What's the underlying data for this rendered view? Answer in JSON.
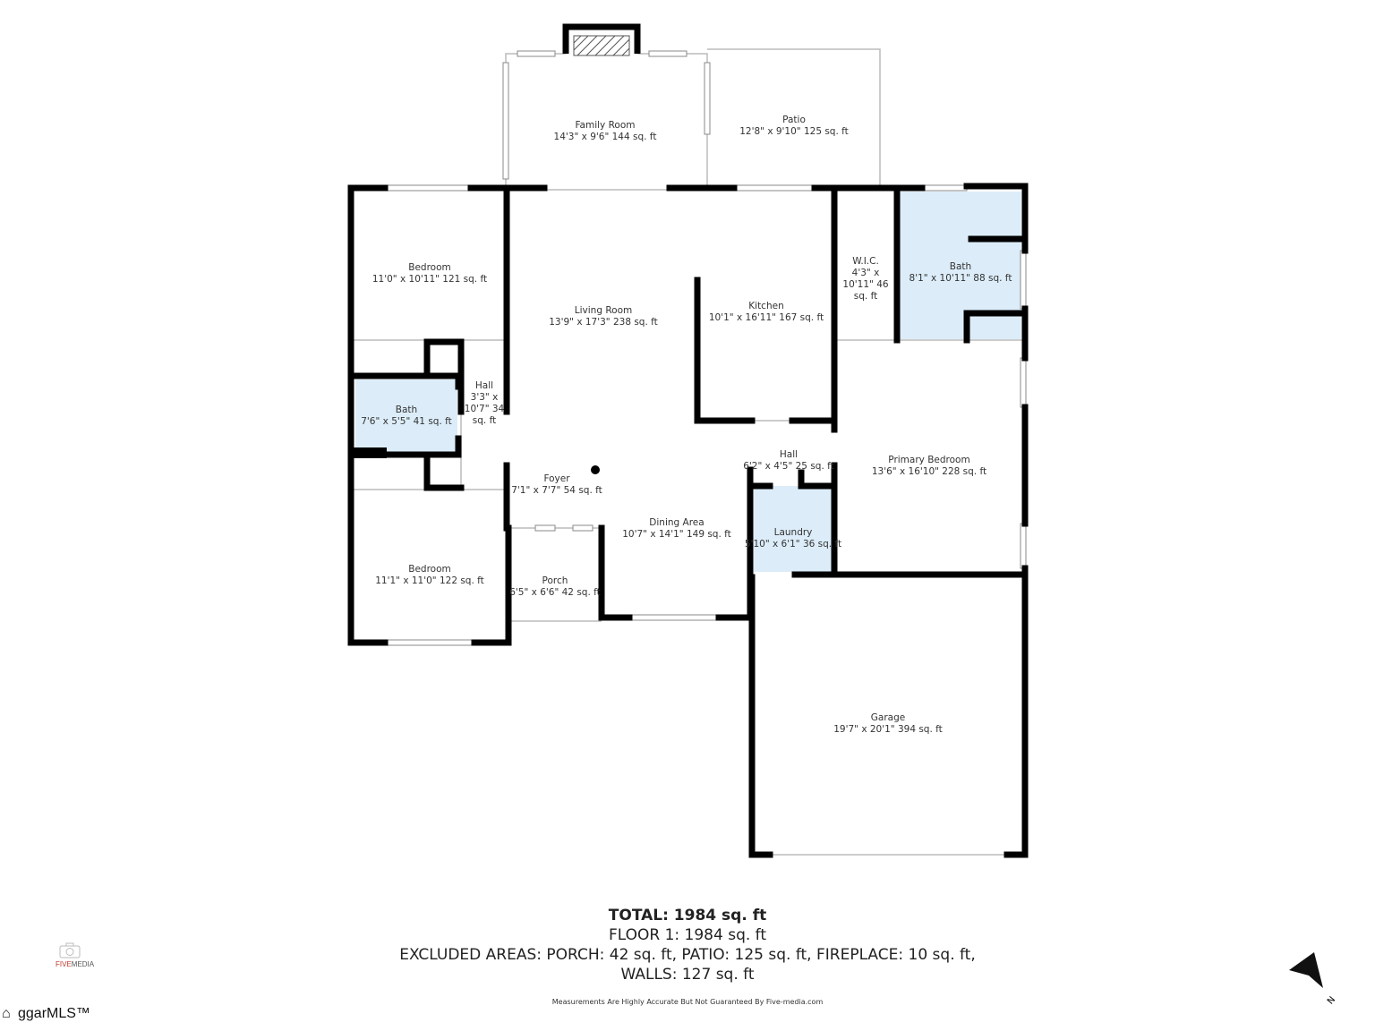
{
  "rooms": [
    {
      "id": "family-room",
      "name": "Family Room",
      "dims": "14'3\" x 9'6\" 144 sq. ft"
    },
    {
      "id": "patio",
      "name": "Patio",
      "dims": "12'8\" x 9'10\" 125 sq. ft"
    },
    {
      "id": "bedroom-1",
      "name": "Bedroom",
      "dims": "11'0\" x 10'11\" 121 sq. ft"
    },
    {
      "id": "living-room",
      "name": "Living Room",
      "dims": "13'9\" x 17'3\" 238 sq. ft"
    },
    {
      "id": "kitchen",
      "name": "Kitchen",
      "dims": "10'1\" x 16'11\" 167 sq. ft"
    },
    {
      "id": "wic",
      "name": "W.I.C.",
      "dims": "4'3\" x 10'11\" 46 sq. ft"
    },
    {
      "id": "bath-primary",
      "name": "Bath",
      "dims": "8'1\" x 10'11\" 88 sq. ft"
    },
    {
      "id": "bath-2",
      "name": "Bath",
      "dims": "7'6\" x 5'5\" 41 sq. ft"
    },
    {
      "id": "hall-1",
      "name": "Hall",
      "dims": "3'3\" x 10'7\" 34 sq. ft"
    },
    {
      "id": "foyer",
      "name": "Foyer",
      "dims": "7'1\" x 7'7\" 54 sq. ft"
    },
    {
      "id": "hall-2",
      "name": "Hall",
      "dims": "6'2\" x 4'5\" 25 sq. ft"
    },
    {
      "id": "primary-bedroom",
      "name": "Primary Bedroom",
      "dims": "13'6\" x 16'10\" 228 sq. ft"
    },
    {
      "id": "dining-area",
      "name": "Dining Area",
      "dims": "10'7\" x 14'1\" 149 sq. ft"
    },
    {
      "id": "laundry",
      "name": "Laundry",
      "dims": "5'10\" x 6'1\" 36 sq. ft"
    },
    {
      "id": "bedroom-2",
      "name": "Bedroom",
      "dims": "11'1\" x 11'0\" 122 sq. ft"
    },
    {
      "id": "porch",
      "name": "Porch",
      "dims": "6'5\" x 6'6\" 42 sq. ft"
    },
    {
      "id": "garage",
      "name": "Garage",
      "dims": "19'7\" x 20'1\" 394 sq. ft"
    }
  ],
  "summary": {
    "total": "TOTAL: 1984 sq. ft",
    "floor": "FLOOR 1: 1984 sq. ft",
    "excluded": "EXCLUDED AREAS: PORCH: 42 sq. ft, PATIO: 125 sq. ft, FIREPLACE: 10 sq. ft,",
    "walls": "WALLS: 127 sq. ft"
  },
  "disclaimer": "Measurements Are Highly Accurate But Not Guaranteed By Five-media.com",
  "logos": {
    "fivemedia_a": "FIVE",
    "fivemedia_b": "MEDIA",
    "mls": "ggarMLS™"
  },
  "compass": {
    "label": "N",
    "icon": "north-arrow-icon"
  },
  "colors": {
    "wall": "#000000",
    "wet_room": "#dcedf9"
  }
}
